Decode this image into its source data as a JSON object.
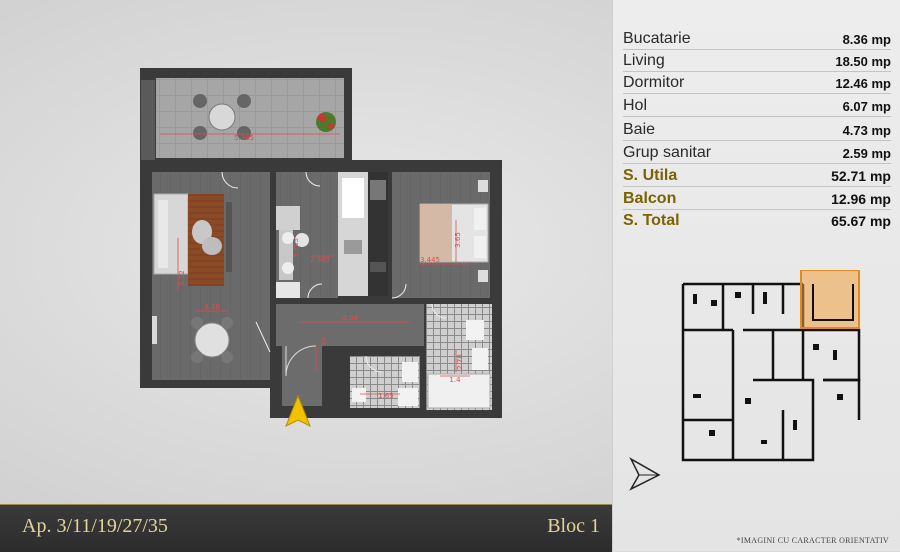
{
  "areas": [
    {
      "name": "Bucatarie",
      "value": "8.36 mp"
    },
    {
      "name": "Living",
      "value": "18.50 mp"
    },
    {
      "name": "Dormitor",
      "value": "12.46 mp"
    },
    {
      "name": "Hol",
      "value": "6.07 mp"
    },
    {
      "name": "Baie",
      "value": "4.73 mp"
    },
    {
      "name": "Grup sanitar",
      "value": "2.59 mp"
    }
  ],
  "totals": [
    {
      "name": "S. Utila",
      "value": "52.71 mp"
    },
    {
      "name": "Balcon",
      "value": "12.96 mp"
    },
    {
      "name": "S. Total",
      "value": "65.67 mp"
    }
  ],
  "dimensions": {
    "balcony": "5.385",
    "living_v": "5.52",
    "dining": "3.40",
    "kitchen_v": "3.363",
    "kitchen_h": "2.385",
    "bedroom_h": "3.445",
    "bedroom_v": "3.65",
    "hall_h": "4.04",
    "hall_v": "1.83",
    "bath1_h": "1.65",
    "bath2_v": "2.78",
    "bath2_h": "1.4"
  },
  "footer": {
    "apartment": "Ap. 3/11/19/27/35",
    "block": "Bloc 1",
    "disclaimer": "*IMAGINI CU CARACTER ORIENTATIV"
  },
  "colors": {
    "accent_gold": "#7a6300",
    "footer_text": "#e3d49a",
    "highlight_orange": "#f0a040",
    "dimension_red": "#e24a4a"
  },
  "icons": [
    "north-arrow-icon",
    "entrance-arrow-icon"
  ]
}
